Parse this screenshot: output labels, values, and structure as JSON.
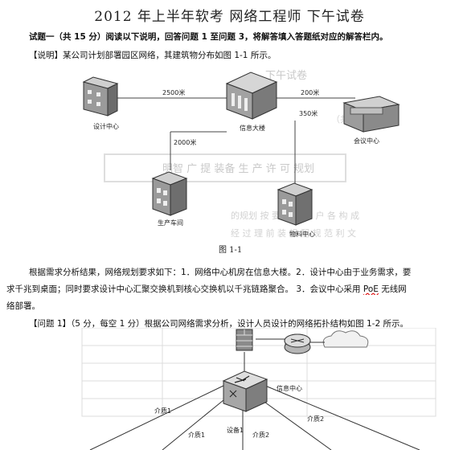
{
  "doc": {
    "title": "2012 年上半年软考  网络工程师  下午试卷",
    "question_heading": "试题一（共 15 分）阅读以下说明，回答问题 1 至问题 3，将解答填入答题纸对应的解答栏内。",
    "explanation": "【说明】某公司计划部署园区网络，其建筑物分布如图 1-1 所示。",
    "para1": "根据需求分析结果，网络规划要求如下：1．网络中心机房在信息大楼。2．设计中心由于业务需求，要",
    "para2": "求千兆到桌面；同时要求设计中心汇聚交换机到核心交换机以千兆链路聚合。 3．会议中心采用 ",
    "para2_poe": "PoE",
    "para2_tail": " 无线网",
    "para3": "络部署。",
    "question1": "【问题 1】（5 分，每空 1 分）根据公司网络需求分析，设计人员设计的网络拓扑结构如图 1-2 所示。"
  },
  "figure1": {
    "caption": "图 1-1",
    "buildings": {
      "design": "设计中心",
      "info": "信息大楼",
      "meeting": "会议中心",
      "production": "生产车间",
      "logistics": "物料中心"
    },
    "distances": {
      "design_info": "2500米",
      "info_meeting": "200米",
      "info_production": "2000米",
      "info_logistics": "350米"
    }
  },
  "figure2": {
    "center_label": "信息中心",
    "links": [
      "介质1",
      "设备1",
      "介质1",
      "介质2",
      "介质2"
    ]
  }
}
